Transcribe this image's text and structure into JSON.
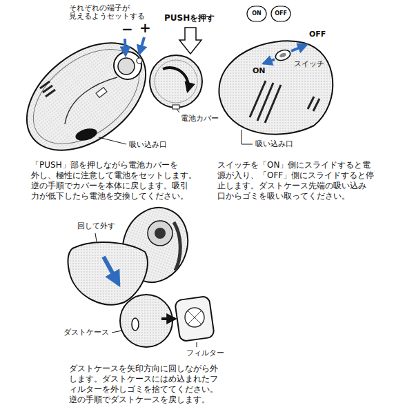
{
  "diagram": {
    "labels": [
      "それぞれの端子が 見えるようセットする",
      "−",
      "+",
      "PUSHを押す",
      "電池カバー",
      "吸い込み口",
      "「PUSH」部を押しながら電池カバーを 外し、極性に注意して電池をセットします。 逆の手順でカバーを本体に戻します。吸引 力が低下したら電池を交換してください。",
      "ON",
      "OFF",
      "OFF",
      "ON",
      "スイッチ",
      "吸い込み口",
      "スイッチを「ON」側にスライドすると電 源が入り、「OFF」側にスライドすると停 止します。ダストケース先端の吸い込み 口からゴミを吸い取ってください。",
      "回して外す",
      "ダストケース",
      "フィルター",
      "ダストケースを矢印方向に回しながら外 します。ダストケースにはめ込まれたフ ィルターを外しゴミを捨ててください。 逆の手順でダストケースを戻します。"
    ]
  }
}
